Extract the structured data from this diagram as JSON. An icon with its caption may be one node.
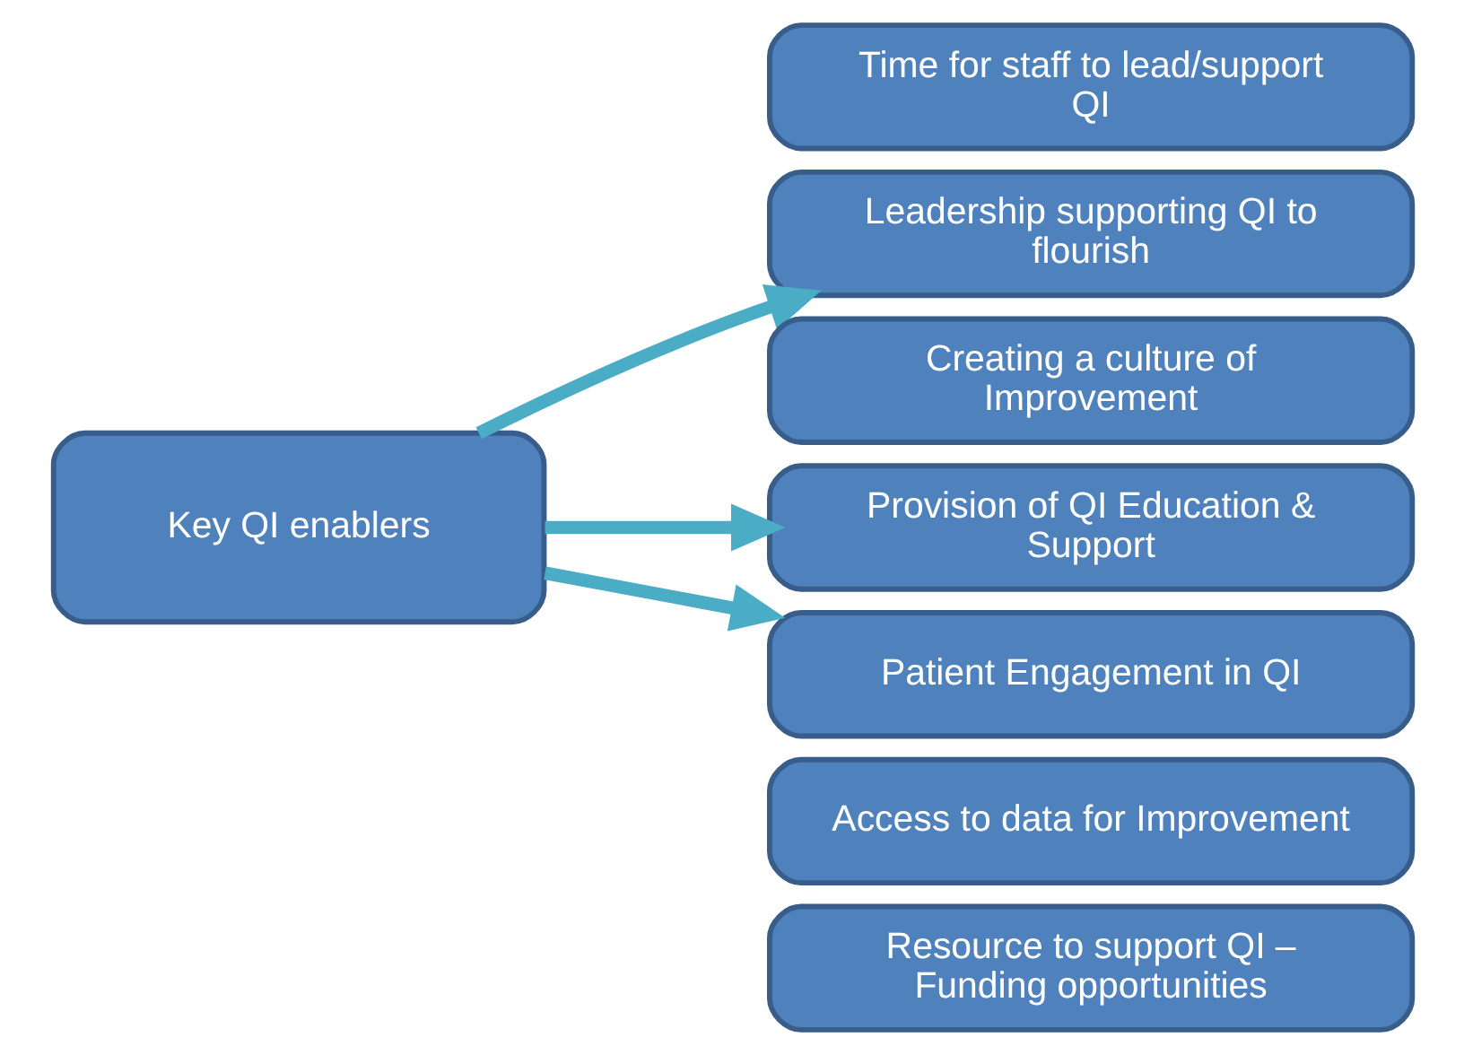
{
  "diagram": {
    "nodes": [
      {
        "text": [
          "Key QI enablers"
        ]
      },
      {
        "text": [
          "Time for staff to lead/support QI"
        ]
      },
      {
        "text": [
          "Leadership supporting QI to flourish"
        ]
      },
      {
        "text": [
          "Creating a culture of Improvement"
        ]
      },
      {
        "text": [
          "Provision of QI Education & Support"
        ]
      },
      {
        "text": [
          "Patient Engagement in QI"
        ]
      },
      {
        "text": [
          "Access to data for Improvement"
        ]
      },
      {
        "text": [
          "Resource to support QI – Funding opportunities"
        ]
      }
    ],
    "edges": [
      {
        "from": 0,
        "to": 2,
        "arrow": "to"
      },
      {
        "from": 0,
        "to": 4,
        "arrow": "to"
      },
      {
        "from": 0,
        "to": 5,
        "arrow": "to"
      }
    ]
  }
}
